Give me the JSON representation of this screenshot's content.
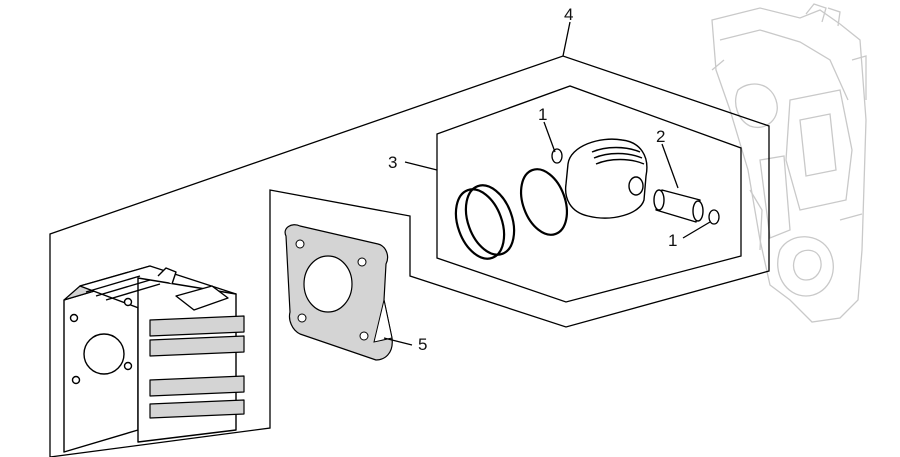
{
  "callouts": {
    "assembly_4": "4",
    "piston_kit_3": "3",
    "circlip_top": "1",
    "circlip_bottom": "1",
    "wrist_pin_2": "2",
    "gasket_5": "5"
  },
  "colors": {
    "line": "#000000",
    "ghost_engine": "#c9c9c9",
    "part_shade": "#d4d4d4",
    "background": "#ffffff"
  }
}
